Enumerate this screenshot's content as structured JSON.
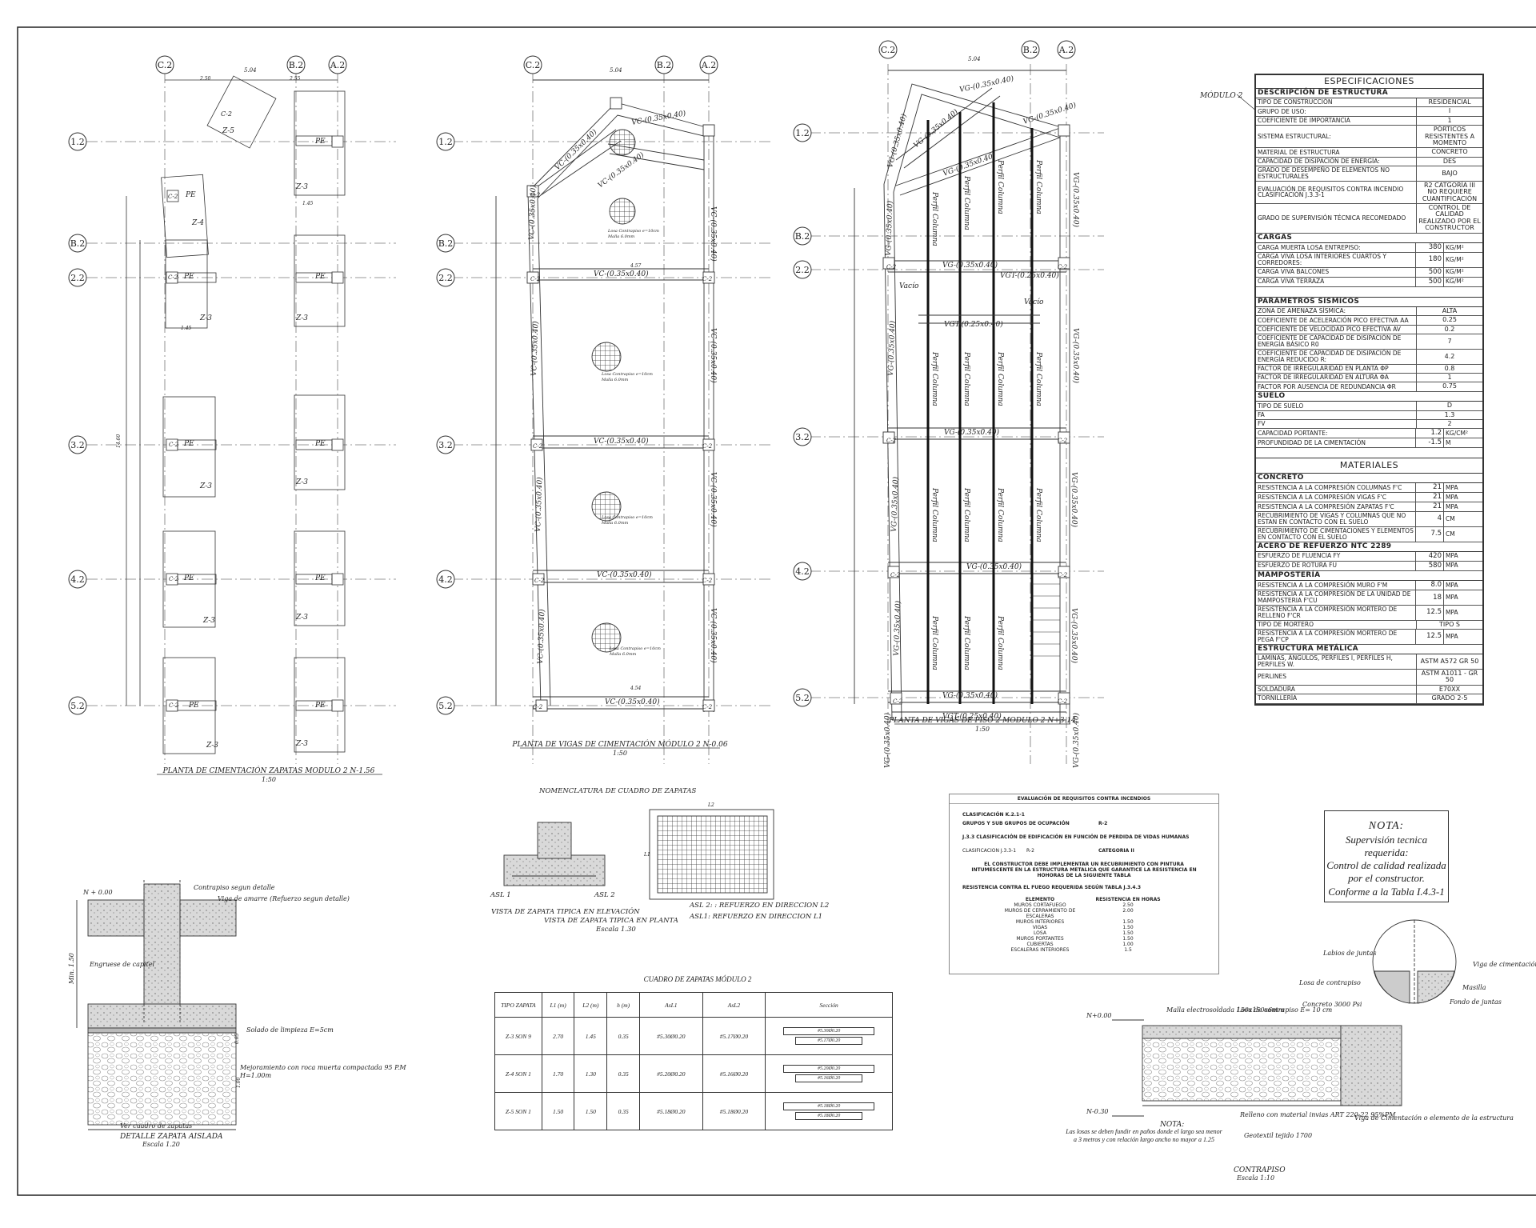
{
  "plans": {
    "p1_title": "PLANTA DE CIMENTACIÓN ZAPATAS MODULO 2 N-1.56",
    "p1_scale": "1:50",
    "p2_title": "PLANTA DE VIGAS DE CIMENTACIÓN MÓDULO 2 N-0.06",
    "p2_scale": "1:50",
    "p3_title": "PLANTA DE VIGAS DE PISO 2 MODULO 2 N+3.14",
    "p3_scale": "1:50"
  },
  "axes": {
    "columns": [
      "C.2",
      "B.2",
      "A.2"
    ],
    "rows": [
      "1.2",
      "B.2",
      "2.2",
      "3.2",
      "4.2",
      "5.2"
    ]
  },
  "labels": {
    "col_tag": "C-2",
    "pe": "PE",
    "z3": "Z-3",
    "z4": "Z-4",
    "z5": "Z-5",
    "vc": "VC-(0.35x0.40)",
    "vg": "VG-(0.35x0.40)",
    "vgt": "VGT-(0.25x0.40)",
    "perfil": "Perfil Columna",
    "vacio": "Vacío",
    "losa1": "Losa Contrapiso e=10cm",
    "losa2": "Malla 6.0mm",
    "d504": "5.04",
    "d250": "2.50",
    "d255": "2.55",
    "d145": "1.45",
    "d457": "4.57",
    "d454": "4.54",
    "d1460": "14.60",
    "modulo": "MÓDULO 2"
  },
  "spec": {
    "title": "ESPECIFICACIONES",
    "s1": "DESCRIPCIÓN DE ESTRUCTURA",
    "rows1": [
      {
        "k": "Tipo de construcción",
        "v": "RESIDENCIAL"
      },
      {
        "k": "Grupo de uso:",
        "v": "I"
      },
      {
        "k": "Coeficiente de importancia",
        "v": "1"
      },
      {
        "k": "Sistema estructural:",
        "v": "Pórticos resistentes a momento"
      },
      {
        "k": "Material de estructura",
        "v": "CONCRETO"
      },
      {
        "k": "Capacidad de disipación de energía:",
        "v": "DES"
      },
      {
        "k": "Grado de desempeño de elementos no estructurales",
        "v": "BAJO"
      },
      {
        "k": "Evaluación de requisitos contra incendio clasificación J.3.3-1",
        "v": "R2 CATGORÍA III NO REQUIERE CUANTIFICACIÓN"
      },
      {
        "k": "Grado de supervisión técnica recomedado",
        "v": "CONTROL DE CALIDAD REALIZADO POR EL CONSTRUCTOR"
      }
    ],
    "s2": "CARGAS",
    "rows2": [
      {
        "k": "Carga muerta losa entrepiso:",
        "v": "380",
        "u": "KG/M²"
      },
      {
        "k": "Carga viva losa interiores cuartos y corredores:",
        "v": "180",
        "u": "KG/M²"
      },
      {
        "k": "Carga viva balcones",
        "v": "500",
        "u": "KG/M²"
      },
      {
        "k": "Carga viva terraza",
        "v": "500",
        "u": "KG/M²"
      }
    ],
    "s3": "PARAMETROS SISMICOS",
    "rows3": [
      {
        "k": "Zona de amenaza sísmica:",
        "v": "ALTA"
      },
      {
        "k": "Coeficiente de aceleración pico efectiva Aa",
        "v": "0.25"
      },
      {
        "k": "Coeficiente de velocidad pico efectiva Av",
        "v": "0.2"
      },
      {
        "k": "Coeficiente de capacidad de disipación de energía básico R0",
        "v": "7"
      },
      {
        "k": "Coeficiente de capacidad de disipación de energía reducido R:",
        "v": "4.2"
      },
      {
        "k": "Factor de irregularidad en planta ϕp",
        "v": "0.8"
      },
      {
        "k": "Factor de irregularidad en altura ϕa",
        "v": "1"
      },
      {
        "k": "Factor por ausencia de redundancia ϕr",
        "v": "0.75"
      }
    ],
    "s4": "SUELO",
    "rows4": [
      {
        "k": "Tipo de suelo",
        "v": "D"
      },
      {
        "k": "Fa",
        "v": "1.3"
      },
      {
        "k": "Fv",
        "v": "2"
      },
      {
        "k": "Capacidad portante:",
        "v": "1.2",
        "u": "KG/CM²"
      },
      {
        "k": "Profundidad de la cimentación",
        "v": "-1.5",
        "u": "M"
      }
    ],
    "mat_title": "MATERIALES",
    "s5": "CONCRETO",
    "rows5": [
      {
        "k": "Resistencia a la compresión columnas F'c",
        "v": "21",
        "u": "MPA"
      },
      {
        "k": "Resistencia a la compresión vigas F'c",
        "v": "21",
        "u": "MPA"
      },
      {
        "k": "Resistencia a la compresión zapatas F'c",
        "v": "21",
        "u": "MPA"
      },
      {
        "k": "Recubrimiento de vigas y columnas que no estan en contacto con el suelo",
        "v": "4",
        "u": "CM"
      },
      {
        "k": "Recubrimiento de cimentaciones y elementos en contacto con el suelo",
        "v": "7.5",
        "u": "CM"
      }
    ],
    "s6": "ACERO DE REFUERZO NTC 2289",
    "rows6": [
      {
        "k": "Esfuerzo de fluencia Fy",
        "v": "420",
        "u": "MPA"
      },
      {
        "k": "Esfuerzo de rotura Fu",
        "v": "580",
        "u": "MPA"
      }
    ],
    "s7": "MAMPOSTERÍA",
    "rows7": [
      {
        "k": "Resistencia a la compresión muro F'm",
        "v": "8.0",
        "u": "MPA"
      },
      {
        "k": "Resistencia a la compresión de la unidad de mamposteria F'cu",
        "v": "18",
        "u": "MPA"
      },
      {
        "k": "Resistencia a la compresión mortero de relleno F'cr",
        "v": "12.5",
        "u": "MPA"
      },
      {
        "k": "Tipo de mortero",
        "v": "TIPO S"
      },
      {
        "k": "Resistencia a la compresión mortero de pega F'cp",
        "v": "12.5",
        "u": "MPA"
      }
    ],
    "s8": "ESTRUCTURA METÁLICA",
    "rows8": [
      {
        "k": "Laminas, ángulos, perfiles I, perfiles H, perfiles W.",
        "v": "ASTM A572 GR 50"
      },
      {
        "k": "Perlines",
        "v": "ASTM A1011 - GR 50"
      },
      {
        "k": "Soldadura",
        "v": "E70XX"
      },
      {
        "k": "Tornillería",
        "v": "GRADO 2-5"
      }
    ]
  },
  "fire": {
    "title": "EVALUACIÓN DE REQUISITOS CONTRA INCENDIOS",
    "l1": "CLASIFICACIÓN K.2.1-1",
    "l2": "GRUPOS Y SUB GRUPOS DE OCUPACIÓN",
    "l2v": "R-2",
    "l3": "J.3.3 CLASIFICACIÓN DE EDIFICACIÓN EN FUNCIÓN DE PERDIDA DE VIDAS HUMANAS",
    "l4": "CLASIFICACION J.3.3-1",
    "l4v": "R-2",
    "l4c": "CATEGORIA II",
    "l5": "EL CONSTRUCTOR DEBE IMPLEMENTAR UN RECUBRIMIENTO CON PINTURA INTUMESCENTE EN LA ESTRUCTURA METALICA QUE GARANTICE LA RESISTENCIA EN HOHORAS DE LA SIGUIENTE TABLA",
    "l6": "RESISTENCIA CONTRA EL FUEGO REQUERIDA SEGÚN TABLA J.3.4.3",
    "h1": "ELEMENTO",
    "h2": "RESISTENCIA EN HORAS",
    "rows": [
      {
        "e": "MUROS CORTAFUEGO",
        "h": "2.50"
      },
      {
        "e": "MUROS DE CERRAMIENTO DE ESCALERAS",
        "h": "2.00"
      },
      {
        "e": "MUROS INTERIORES",
        "h": "1.50"
      },
      {
        "e": "VIGAS",
        "h": "1.50"
      },
      {
        "e": "LOSA",
        "h": "1.50"
      },
      {
        "e": "MUROS PORTANTES",
        "h": "1.50"
      },
      {
        "e": "CUBIERTAS",
        "h": "1.00"
      },
      {
        "e": "ESCALERAS INTERIORES",
        "h": "1.5"
      }
    ]
  },
  "note": {
    "title": "NOTA:",
    "lines": [
      "Supervisión tecnica",
      "requerida:",
      "Control de calidad realizada",
      "por el constructor.",
      "Conforme a la Tabla I.4.3-1"
    ]
  },
  "nomen": {
    "title": "NOMENCLATURA DE CUADRO DE ZAPATAS",
    "asl1": "ASL 1",
    "asl2": "ASL 2",
    "elev": "VISTA DE ZAPATA TIPICA EN ELEVACIÓN",
    "plan": "VISTA DE ZAPATA TIPICA EN PLANTA",
    "scale": "Escala 1.30",
    "ref2": "ASL 2: : REFUERZO EN DIRECCION L2",
    "ref1": "ASL1: REFUERZO EN DIRECCION L1",
    "l1": "L1",
    "l2": "L2"
  },
  "ztable": {
    "title": "CUADRO DE ZAPATAS MÓDULO 2",
    "headers": [
      "TIPO ZAPATA",
      "L1 (m)",
      "L2 (m)",
      "h (m)",
      "AsL1",
      "AsL2",
      "Sección"
    ],
    "rows": [
      {
        "tipo": "Z-3 SON 9",
        "l1": "2.70",
        "l2": "1.45",
        "h": "0.35",
        "a1": "#5.30Ø0.20",
        "a2": "#5.17Ø0.20"
      },
      {
        "tipo": "Z-4 SON 1",
        "l1": "1.70",
        "l2": "1.30",
        "h": "0.35",
        "a1": "#5.20Ø0.20",
        "a2": "#5.16Ø0.20"
      },
      {
        "tipo": "Z-5 SON 1",
        "l1": "1.50",
        "l2": "1.50",
        "h": "0.35",
        "a1": "#5.18Ø0.20",
        "a2": "#5.18Ø0.20"
      }
    ]
  },
  "detail": {
    "n000": "N + 0.00",
    "contrapiso": "Contrapiso segun detalle",
    "viga": "Viga de amarre (Refuerzo segun detalle)",
    "engruese": "Engruese de capitel",
    "min": "Min. 1.50",
    "solado": "Solado de limpieza E=5cm",
    "mejora": "Mejoramiento con roca muerta compactada 95 P.M",
    "h100": "H=1.00m",
    "ver": "Ver cuadro de zapatas",
    "title": "DETALLE ZAPATA AISLADA",
    "scale": "Escala 1.20",
    "d005": "0.05",
    "d100": "1.00"
  },
  "contrapiso": {
    "labios": "Labios de juntas",
    "losa_c": "Losa de contrapiso",
    "viga_c": "Viga de cimentación",
    "masilla": "Masilla",
    "fondo": "Fondo de juntas",
    "malla": "Malla electrosoldada 150x150x6mm",
    "losa": "Losa de contrapiso E= 10 cm",
    "concreto": "Concreto 3000 Psi",
    "n000": "N+0.00",
    "n030": "N-0.30",
    "relleno": "Relleno con material invias ART 220-22 95%PM",
    "geotextil": "Geotextil tejido 1700",
    "vigacim": "Viga de Cimentación o elemento de la estructura",
    "nota_t": "NOTA:",
    "nota": "Las losas se deben fundir en paños donde el largo sea menor a 3 metros y con relación largo ancho no mayor a 1.25",
    "title": "CONTRAPISO",
    "scale": "Escala 1:10"
  }
}
